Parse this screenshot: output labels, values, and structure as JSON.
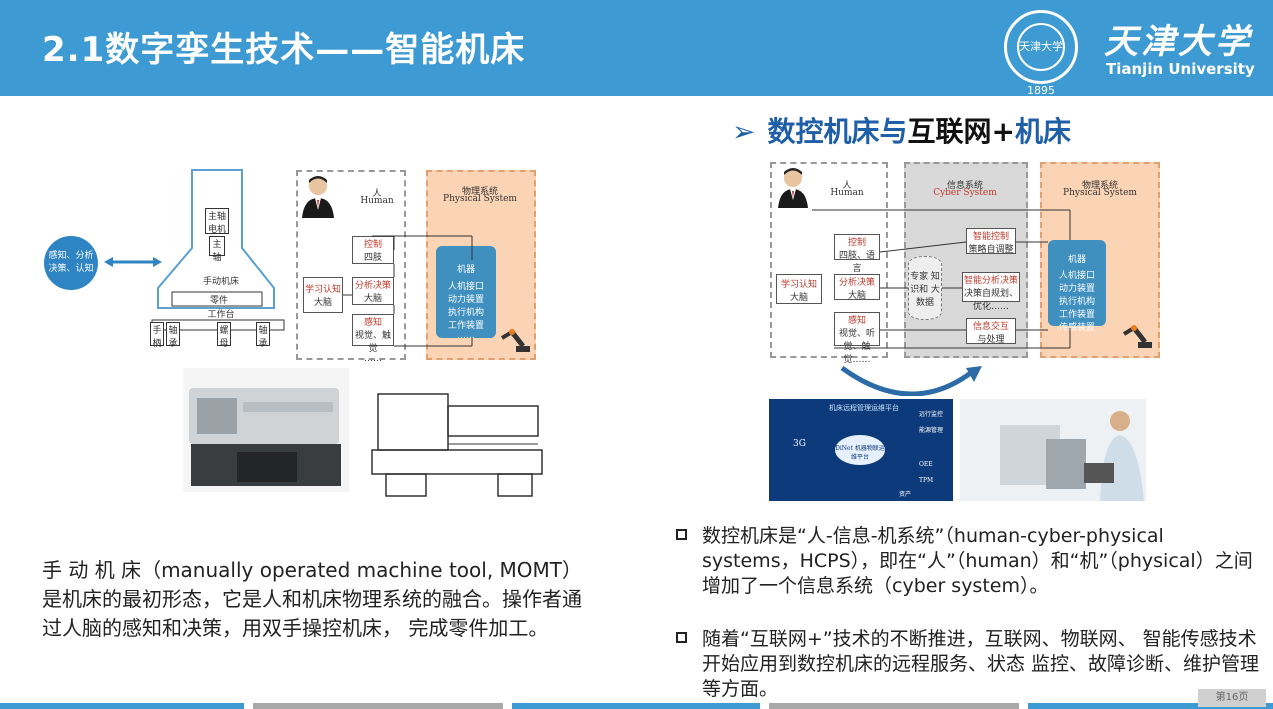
{
  "header": {
    "title": "2.1数字孪生技术——智能机床",
    "logo_seal_text": "天津大学 1895",
    "logo_cn": "天津大学",
    "logo_en": "Tianjin University"
  },
  "left_diagram": {
    "ellipse_label": "感知、分析 决策、认知",
    "spindle_motor": "主轴 电机",
    "spindle": "主 轴",
    "machine_name": "手动机床",
    "part": "零件",
    "table": "工作台",
    "handwheel": "手 柄",
    "bearing_left": "轴 承",
    "nut": "螺 母",
    "bearing_right": "轴 承",
    "human_title": "人",
    "human_title_en": "Human",
    "physical_title": "物理系统",
    "physical_title_en": "Physical System",
    "control": "控制",
    "limbs": "四肢",
    "learn": "学习认知",
    "brain": "大脑",
    "analyze": "分析决策",
    "brain2": "大脑",
    "sense": "感知",
    "sense_detail": "视觉、触觉",
    "dots": "……",
    "machine": "机器",
    "machine_lines": [
      "人机接口",
      "动力装置",
      "执行机构",
      "工作装置",
      "……"
    ]
  },
  "right": {
    "heading_arrow": "➢",
    "heading_part1": "数控机床与",
    "heading_part2": "互联网+",
    "heading_part3": "机床",
    "diagram": {
      "human_title": "人",
      "human_title_en": "Human",
      "cyber_title": "信息系统",
      "cyber_title_en": "Cyber System",
      "physical_title": "物理系统",
      "physical_title_en": "Physical System",
      "control": "控制",
      "control_detail": "四肢、语言",
      "learn": "学习认知",
      "brain": "大脑",
      "analyze": "分析决策",
      "brain2": "大脑",
      "sense": "感知",
      "sense_detail": "视觉、听觉、触觉……",
      "expert": "专家 知识和 大数据",
      "smart_control": "智能控制",
      "smart_control_detail": "策略自调整",
      "smart_analyze": "智能分析决策",
      "smart_analyze_detail": "决策自规划、优化……",
      "info_sense": "信息交互",
      "info_sense_detail": "与处理",
      "machine": "机器",
      "machine_lines": [
        "人机接口",
        "动力装置",
        "执行机构",
        "工作装置",
        "传感装置"
      ]
    },
    "platform_title": "机床远程管理运维平台",
    "platform_center": "DiNet 机器物联运维平台",
    "platform_3g": "3G",
    "platform_nodes": [
      "远行监控",
      "能源管理",
      "OEE",
      "TPM",
      "资产"
    ]
  },
  "bullets": [
    "数控机床是“人-信息-机系统”（human-cyber-physical systems，HCPS），即在“人”（human）和“机”（physical）之间增加了一个信息系统（cyber system）。",
    "随着“互联网+”技术的不断推进，互联网、物联网、 智能传感技术开始应用到数控机床的远程服务、状态 监控、故障诊断、维护管理等方面。"
  ],
  "paragraph": "手 动 机 床（manually operated machine tool, MOMT）是机床的最初形态，它是人和机床物理系统的融合。操作者通过人脑的感知和决策，用双手操控机床， 完成零件加工。",
  "page_number": "第16页",
  "colors": {
    "header_bg": "#3d9ad2",
    "heading_blue": "#1f5fa8",
    "physical_bg": "#fbd3b5",
    "machine_blue": "#3f8fbf"
  }
}
